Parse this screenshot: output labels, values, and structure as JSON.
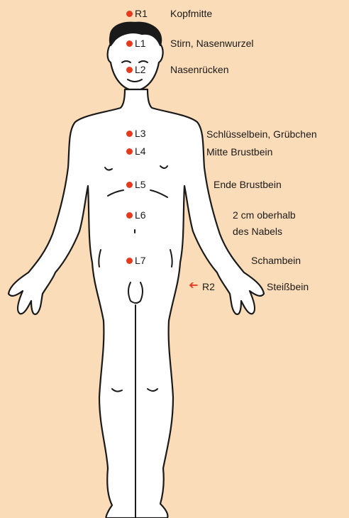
{
  "colors": {
    "background": "#fbdcb8",
    "marker": "#e63a1e",
    "outline": "#1a1a1a",
    "body_fill": "#ffffff"
  },
  "points": [
    {
      "id": "R1",
      "label": "R1",
      "description": "Kopfmitte"
    },
    {
      "id": "L1",
      "label": "L1",
      "description": "Stirn, Nasenwurzel"
    },
    {
      "id": "L2",
      "label": "L2",
      "description": "Nasenrücken"
    },
    {
      "id": "L3",
      "label": "L3",
      "description": "Schlüsselbein, Grübchen"
    },
    {
      "id": "L4",
      "label": "L4",
      "description": "Mitte Brustbein"
    },
    {
      "id": "L5",
      "label": "L5",
      "description": "Ende Brustbein"
    },
    {
      "id": "L6",
      "label": "L6",
      "description": "2 cm oberhalb"
    },
    {
      "id": "L6b",
      "label": "",
      "description": "des Nabels"
    },
    {
      "id": "L7",
      "label": "L7",
      "description": "Schambein"
    },
    {
      "id": "R2",
      "label": "R2",
      "description": "Steißbein",
      "arrow": "left-arrow-icon"
    }
  ]
}
